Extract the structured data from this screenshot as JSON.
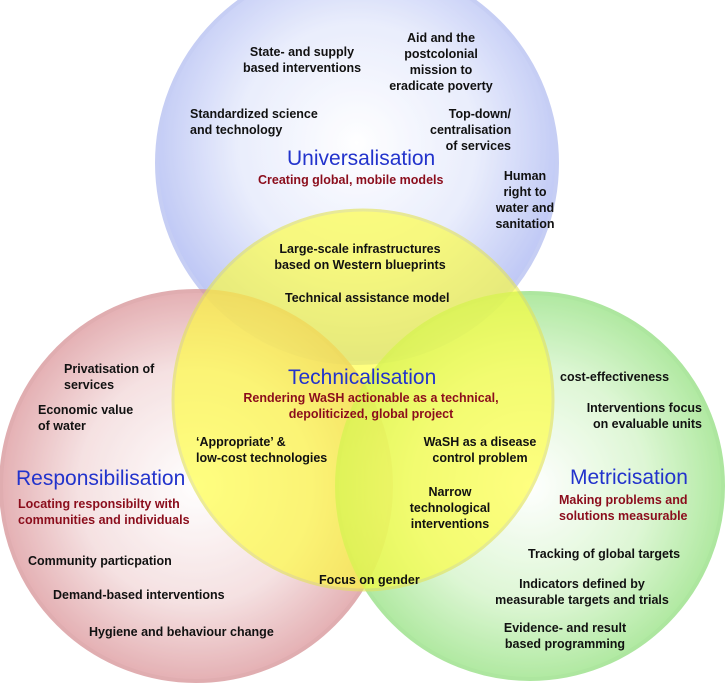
{
  "colors": {
    "universalisation_fill": "#aab6f2",
    "responsibilisation_fill": "#d98e93",
    "metricisation_fill": "#8fe07a",
    "technicalisation_fill": "#ffff33",
    "title_blue": "#2233cc",
    "subtitle_red": "#8b0d1c"
  },
  "circles": {
    "universalisation": {
      "title": "Universalisation",
      "subtitle": "Creating global, mobile models",
      "items": [
        "State- and supply\nbased interventions",
        "Aid and the\npostcolonial\nmission to\neradicate poverty",
        "Standardized science\nand technology",
        "Top-down/\ncentralisation\nof services",
        "Human\nright to\nwater and\nsanitation"
      ]
    },
    "technicalisation": {
      "title": "Technicalisation",
      "subtitle": "Rendering WaSH actionable as a technical,\ndepoliticized, global project",
      "items": [
        "Large-scale infrastructures\nbased on Western blueprints",
        "Technical assistance model",
        "‘Appropriate’ &\nlow-cost technologies",
        "WaSH as a disease\ncontrol problem",
        "Narrow\ntechnological\ninterventions",
        "Focus on gender"
      ]
    },
    "responsibilisation": {
      "title": "Responsibilisation",
      "subtitle": "Locating responsibilty with\ncommunities and individuals",
      "items": [
        "Privatisation of\nservices",
        "Economic value\nof water",
        "Community particpation",
        "Demand-based interventions",
        "Hygiene and behaviour change"
      ]
    },
    "metricisation": {
      "title": "Metricisation",
      "subtitle": "Making problems and\nsolutions measurable",
      "items": [
        "cost-effectiveness",
        "Interventions focus\non evaluable units",
        "Tracking of global targets",
        "Indicators defined by\nmeasurable targets and trials",
        "Evidence- and result\nbased programming"
      ]
    }
  }
}
